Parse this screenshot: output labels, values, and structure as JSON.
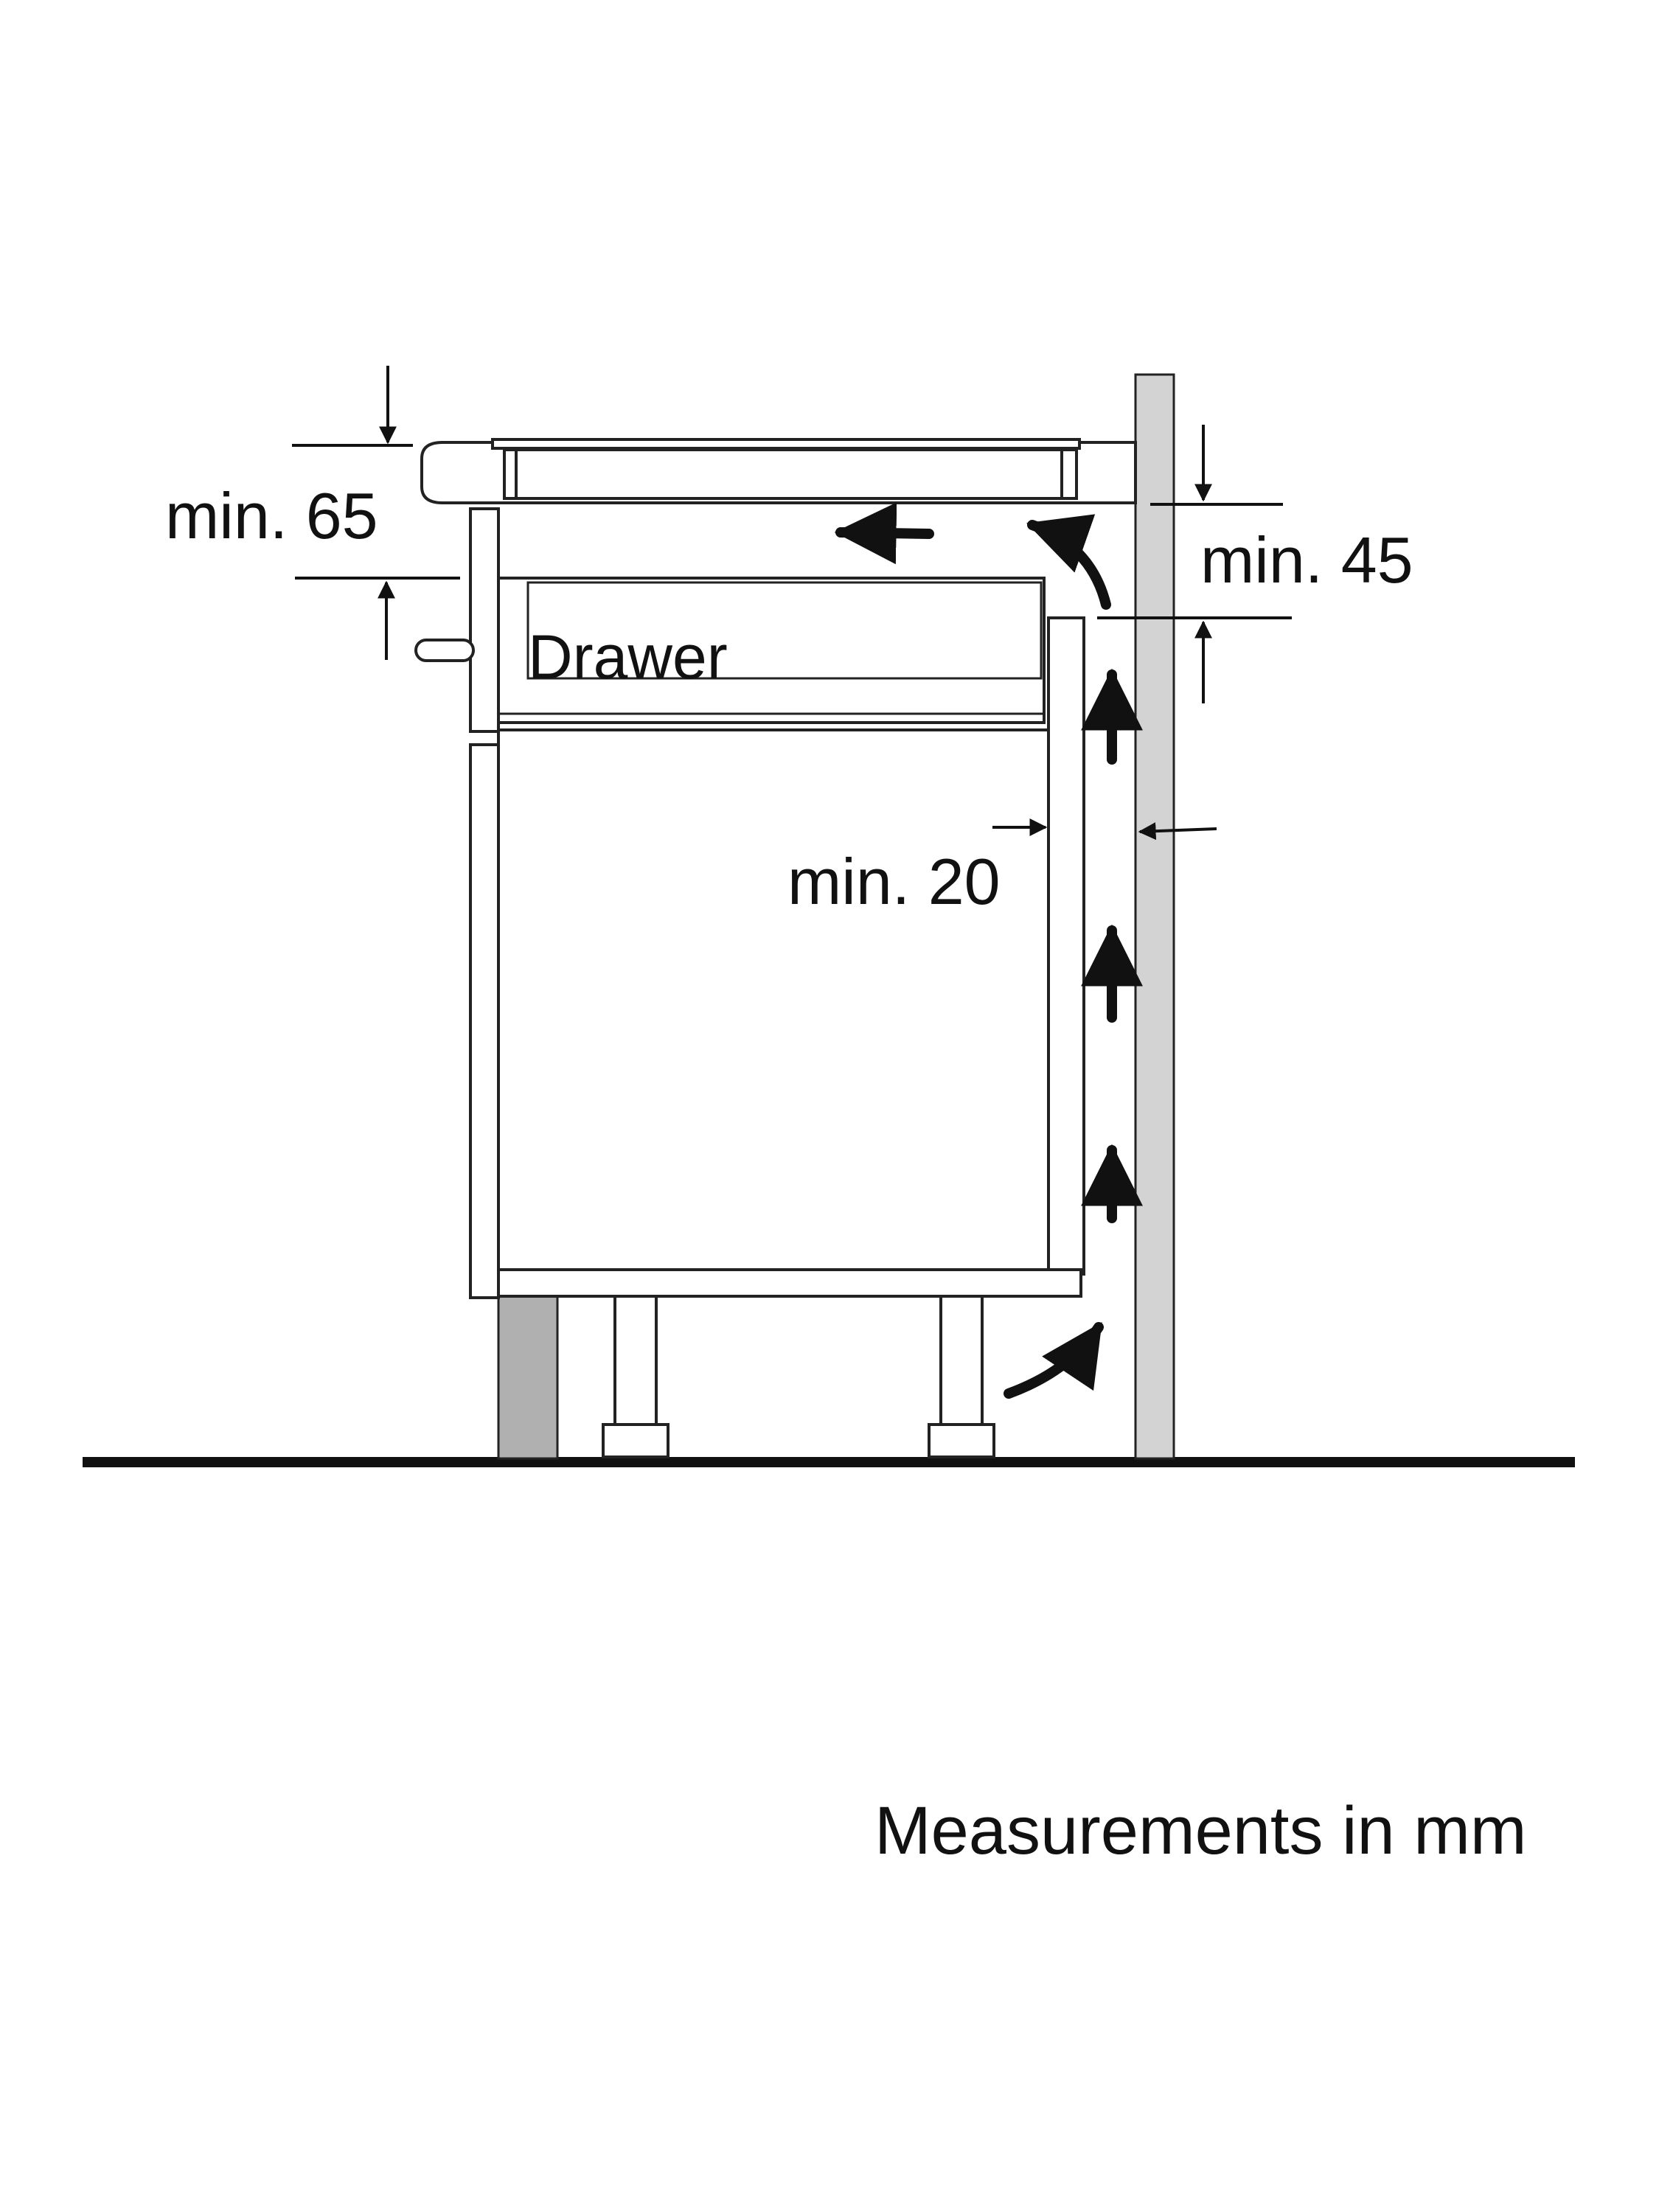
{
  "labels": {
    "drawer": "Drawer",
    "top_gap": "min. 65",
    "wall_gap": "min. 45",
    "side_gap": "min. 20",
    "units_note": "Measurements in mm"
  },
  "colors": {
    "line": "#111111",
    "wall_fill": "#d3d3d3",
    "plinth_fill": "#b0b0b0",
    "panel_fill": "#ffffff"
  }
}
